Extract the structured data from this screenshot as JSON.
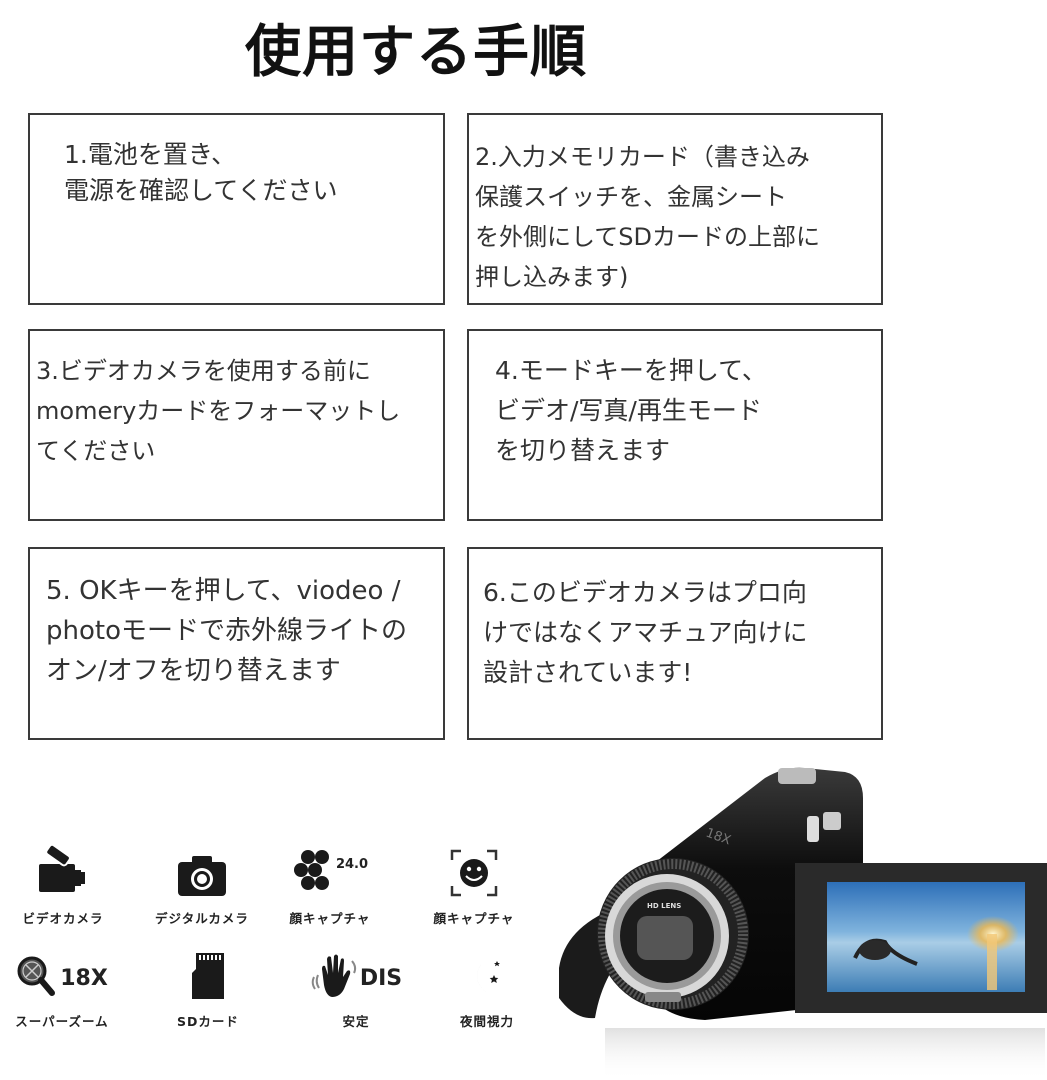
{
  "title": "使用する手順",
  "steps": [
    {
      "number": "1",
      "text": "1.電池を置き、\n電源を確認してください"
    },
    {
      "number": "2",
      "text": "2.入力メモリカード（書き込み\n保護スイッチを、金属シート\nを外側にしてSDカードの上部に\n押し込みます)"
    },
    {
      "number": "3",
      "text": "3.ビデオカメラを使用する前に\nmomeryカードをフォーマットし\nてください"
    },
    {
      "number": "4",
      "text": "4.モードキーを押して、\nビデオ/写真/再生モード\nを切り替えます"
    },
    {
      "number": "5",
      "text": "5. OKキーを押して、viodeo /\nphotoモードで赤外線ライトの\nオン/オフを切り替えます"
    },
    {
      "number": "6",
      "text": "6.このビデオカメラはプロ向\nけではなくアマチュア向けに\n設計されています!"
    }
  ],
  "features": [
    {
      "icon": "video-camera-icon",
      "label": "ビデオカメラ",
      "badge": ""
    },
    {
      "icon": "digital-camera-icon",
      "label": "デジタルカメラ",
      "badge": ""
    },
    {
      "icon": "megapixel-hexagon-icon",
      "label": "顔キャプチャ",
      "badge": "24.0"
    },
    {
      "icon": "face-detect-icon",
      "label": "顔キャプチャ",
      "badge": ""
    },
    {
      "icon": "zoom-magnifier-icon",
      "label": "スーパーズーム",
      "badge": "18X"
    },
    {
      "icon": "sd-card-icon",
      "label": "SDカード",
      "badge": ""
    },
    {
      "icon": "stabilizer-hand-icon",
      "label": "安定",
      "badge": "DIS"
    },
    {
      "icon": "night-moon-icon",
      "label": "夜間視力",
      "badge": ""
    }
  ],
  "product": {
    "lens_label": "HD LENS",
    "body_label": "18X"
  },
  "colors": {
    "border": "#3a3a3a",
    "text": "#333333",
    "icon": "#1a1a1a",
    "screen_sky": "#3b7fc4",
    "sunset": "#f2b84a"
  }
}
